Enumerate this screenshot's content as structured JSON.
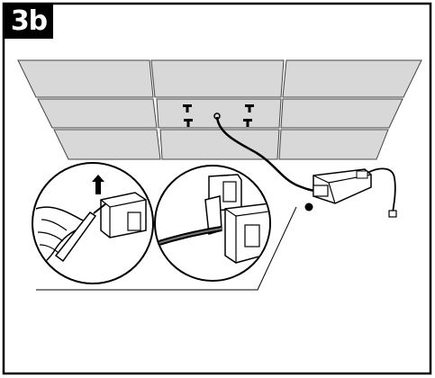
{
  "step": {
    "label": "3b"
  },
  "colors": {
    "panel_fill": "#d8d8d8",
    "line": "#000000",
    "background": "#ffffff"
  },
  "icons": [
    "ceiling-tile-grid",
    "led-driver-box",
    "screwdriver-hand",
    "cable-clamp",
    "mounting-screw-icon",
    "up-arrow-icon"
  ]
}
